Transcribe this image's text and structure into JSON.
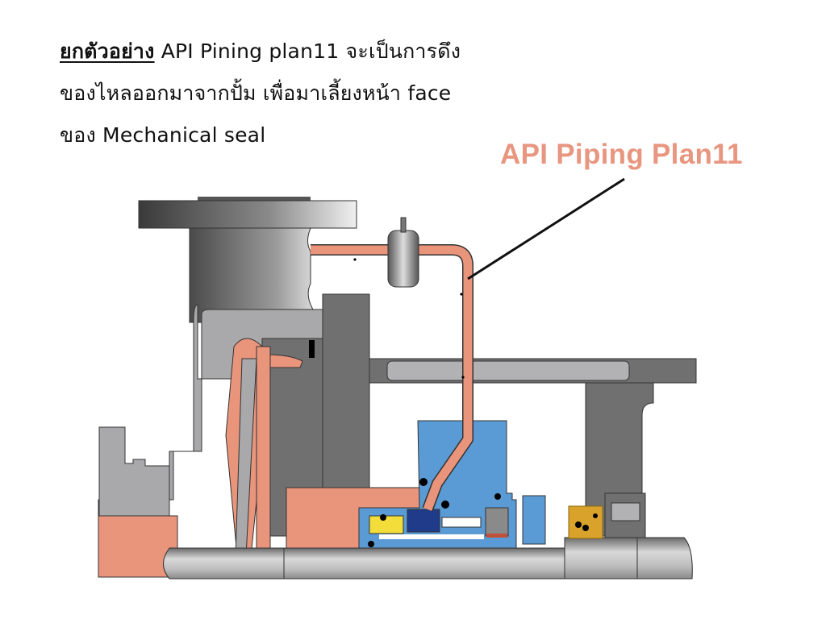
{
  "caption": {
    "lead": "ยกตัวอย่าง",
    "line1_rest": " API Pining plan11 จะเป็นการดึง",
    "line2": "ของไหลออกมาจากปั้ม เพื่อมาเลี้ยงหน้า face",
    "line3": "ของ Mechanical seal"
  },
  "callout": {
    "label": "API Piping Plan11"
  },
  "colors": {
    "flush_fluid": "#e8957c",
    "seal_gland": "#5b9bd5",
    "seal_dark": "#1f3b8a",
    "seal_face": "#f2dd3a",
    "bearing": "#d9a22a",
    "casing_dark": "#707070",
    "casing_light": "#a9a9ab",
    "label": "#e89680"
  }
}
